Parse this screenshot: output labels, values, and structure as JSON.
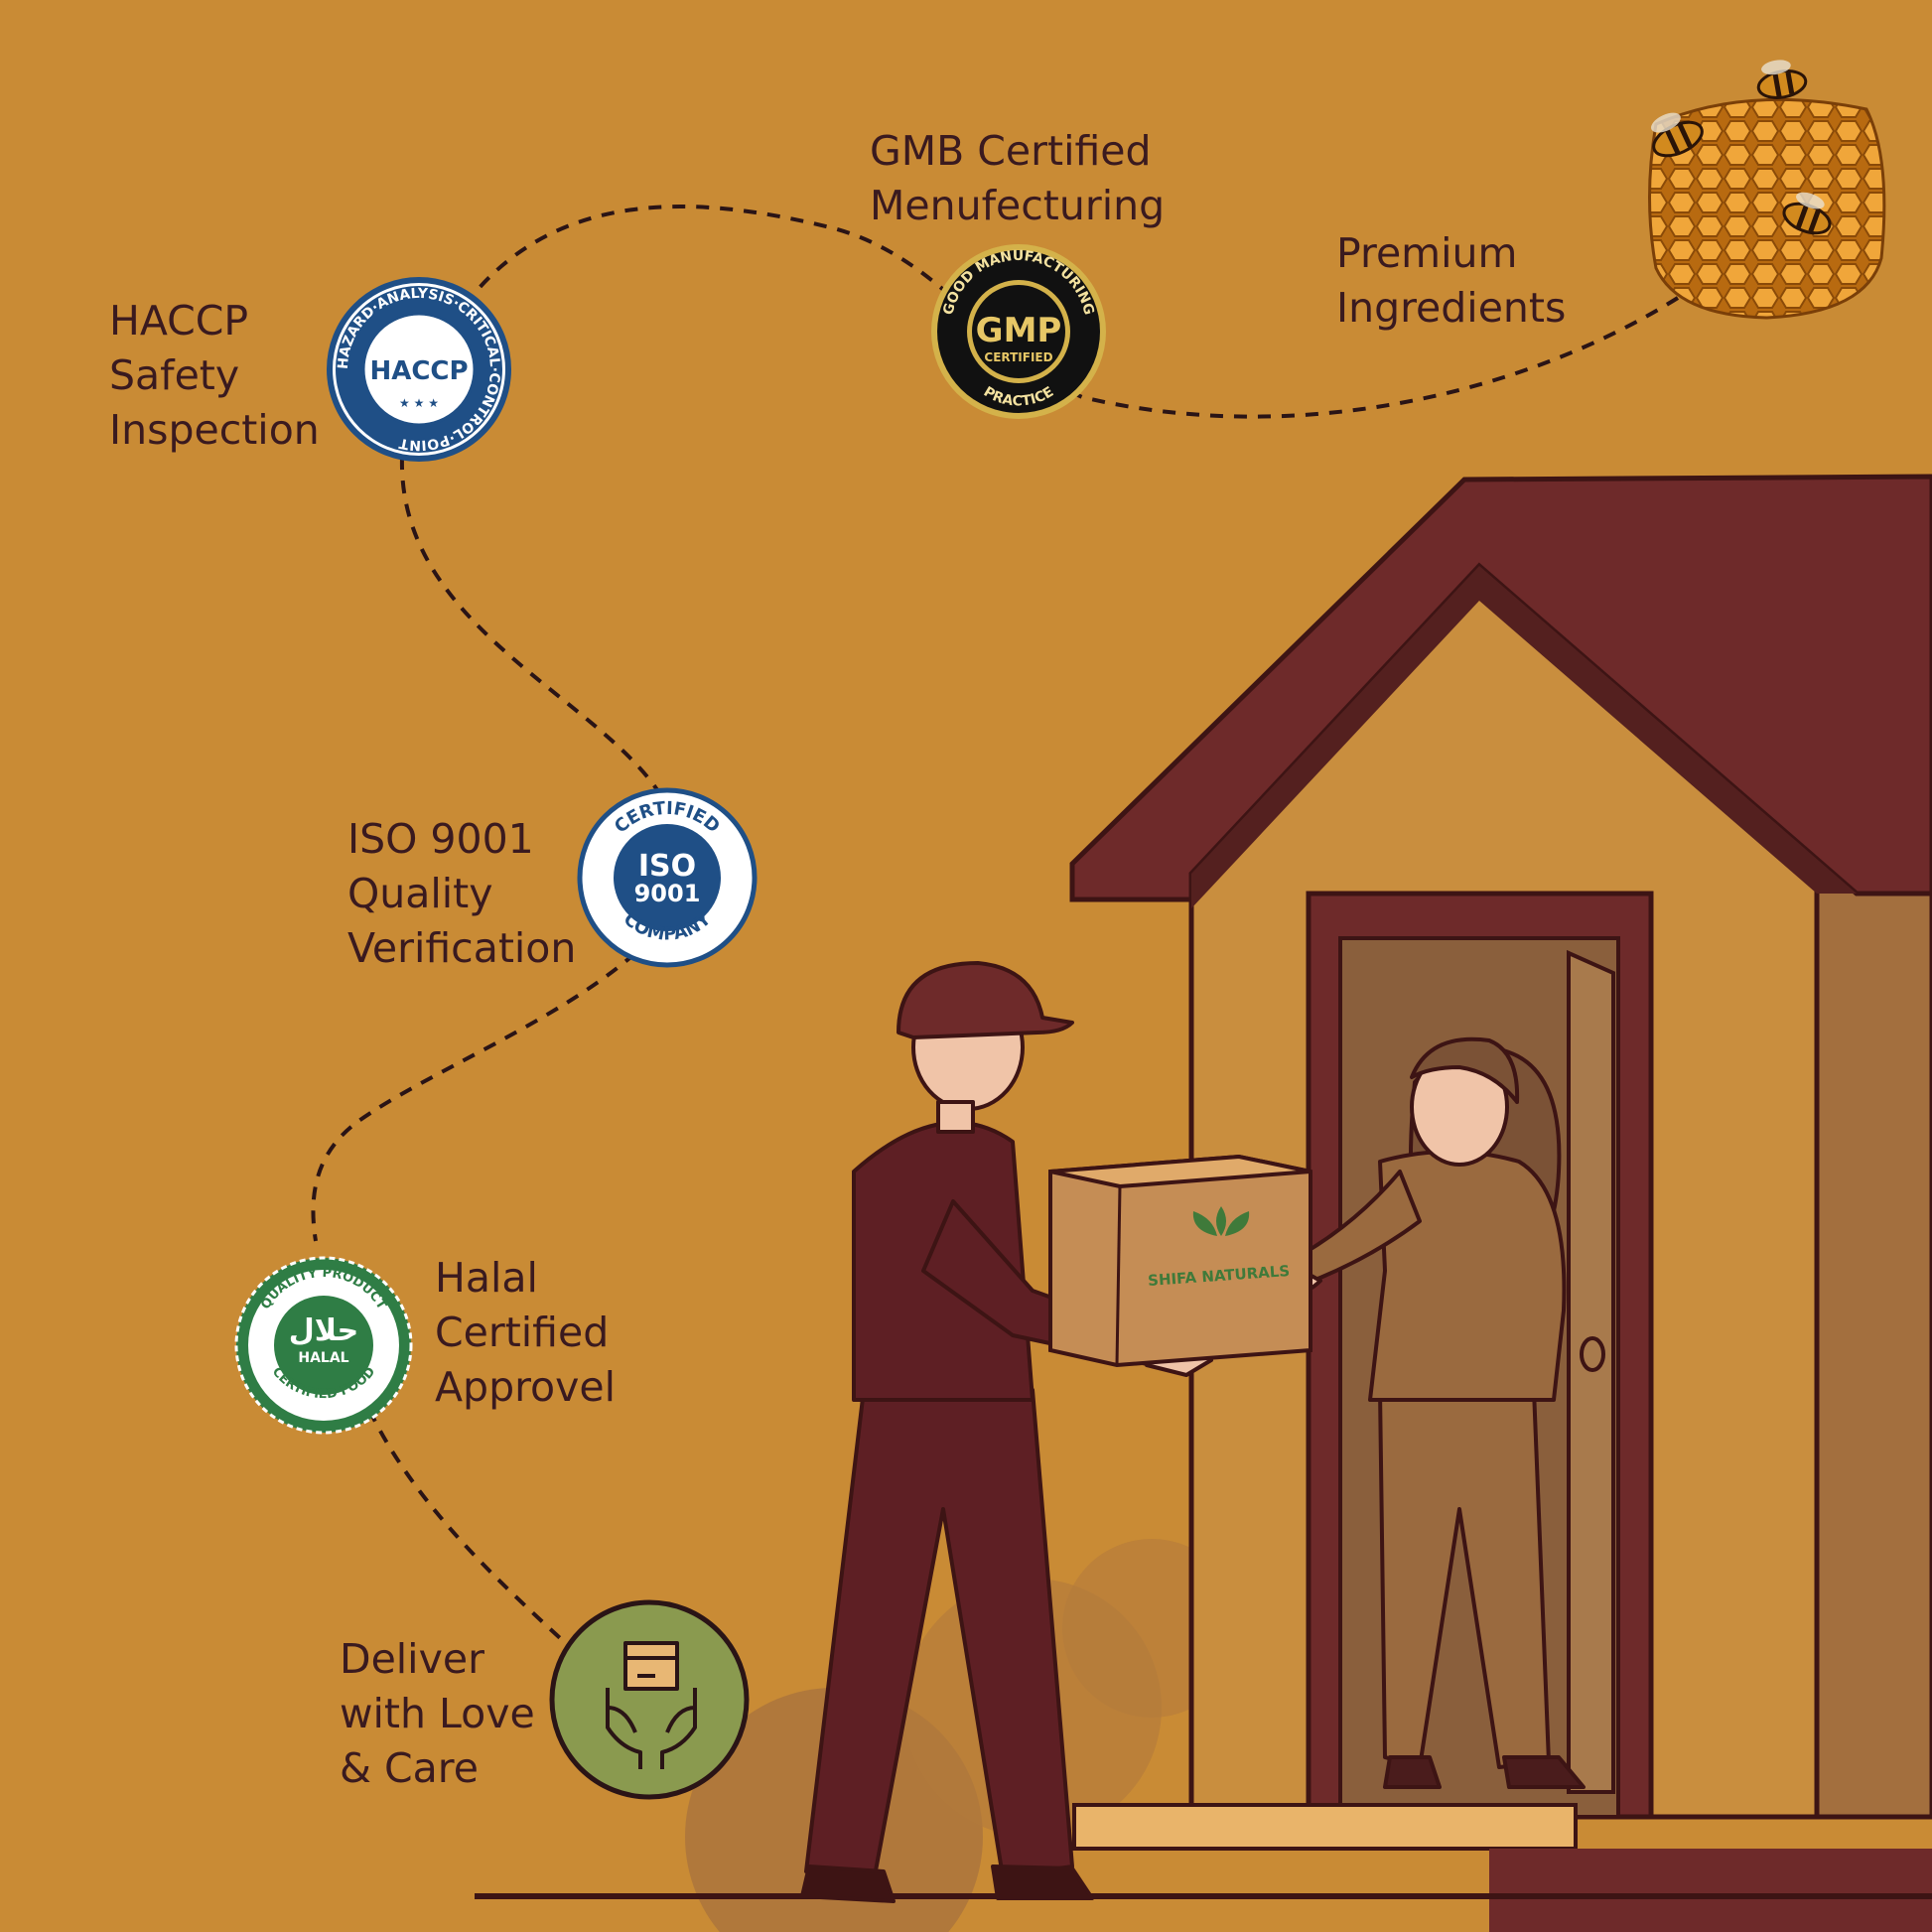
{
  "steps": [
    {
      "id": "premium",
      "lines": [
        "Premium",
        "Ingredients"
      ]
    },
    {
      "id": "gmp",
      "lines": [
        "GMB Certified",
        "Menufecturing"
      ]
    },
    {
      "id": "haccp",
      "lines": [
        "HACCP",
        "Safety",
        "Inspection"
      ]
    },
    {
      "id": "iso",
      "lines": [
        "ISO 9001",
        "Quality",
        "Verification"
      ]
    },
    {
      "id": "halal",
      "lines": [
        "Halal",
        "Certified",
        "Approvel"
      ]
    },
    {
      "id": "deliver",
      "lines": [
        "Deliver",
        "with Love",
        "& Care"
      ]
    }
  ],
  "badges": {
    "haccp": {
      "ring_text": "HAZARD·ANALYSIS·CRITICAL·CONTROL·POINT",
      "center": "HACCP",
      "stars": "★ ★ ★",
      "color": "#1f4f86"
    },
    "gmp": {
      "ring_top": "GOOD MANUFACTURING",
      "ring_bottom": "PRACTICE",
      "center": "GMP",
      "sub": "CERTIFIED",
      "color": "#111111",
      "accent": "#d4b24a"
    },
    "iso": {
      "ring_top": "CERTIFIED",
      "ring_bottom": "COMPANY",
      "center": "ISO",
      "sub": "9001",
      "color": "#1f4f86"
    },
    "halal": {
      "ring_top": "QUALITY PRODUCT",
      "ring_bottom": "CERTIFIED FOOD",
      "arabic": "حلال",
      "center": "HALAL",
      "color": "#2f7d45"
    },
    "deliver": {
      "icon": "hands-box-icon",
      "color": "#8a9a4f"
    }
  },
  "box": {
    "brand": "SHIFA NATURALS"
  },
  "colors": {
    "background": "#c98b35",
    "house": "#6e2a2a",
    "text": "#3a1a1f",
    "path": "#2a1416"
  }
}
